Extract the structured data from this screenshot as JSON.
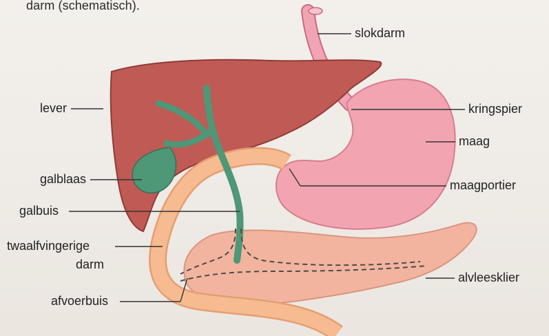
{
  "caption": "darm (schematisch).",
  "labels": {
    "slokdarm": "slokdarm",
    "lever": "lever",
    "kringspier": "kringspier",
    "maag": "maag",
    "galblaas": "galblaas",
    "maagportier": "maagportier",
    "galbuis": "galbuis",
    "twaalfvingerige_line1": "twaalfvingerige",
    "twaalfvingerige_line2": "darm",
    "alvleesklier": "alvleesklier",
    "afvoerbuis": "afvoerbuis"
  },
  "colors": {
    "background": "#efebe6",
    "liver": "#c05a54",
    "stomach": "#f2a4b1",
    "esophagus": "#f1a4b3",
    "gallbladder": "#4e9777",
    "duodenum": "#f6bb90",
    "pancreas": "#f2b49e",
    "leader_line": "#333333"
  }
}
